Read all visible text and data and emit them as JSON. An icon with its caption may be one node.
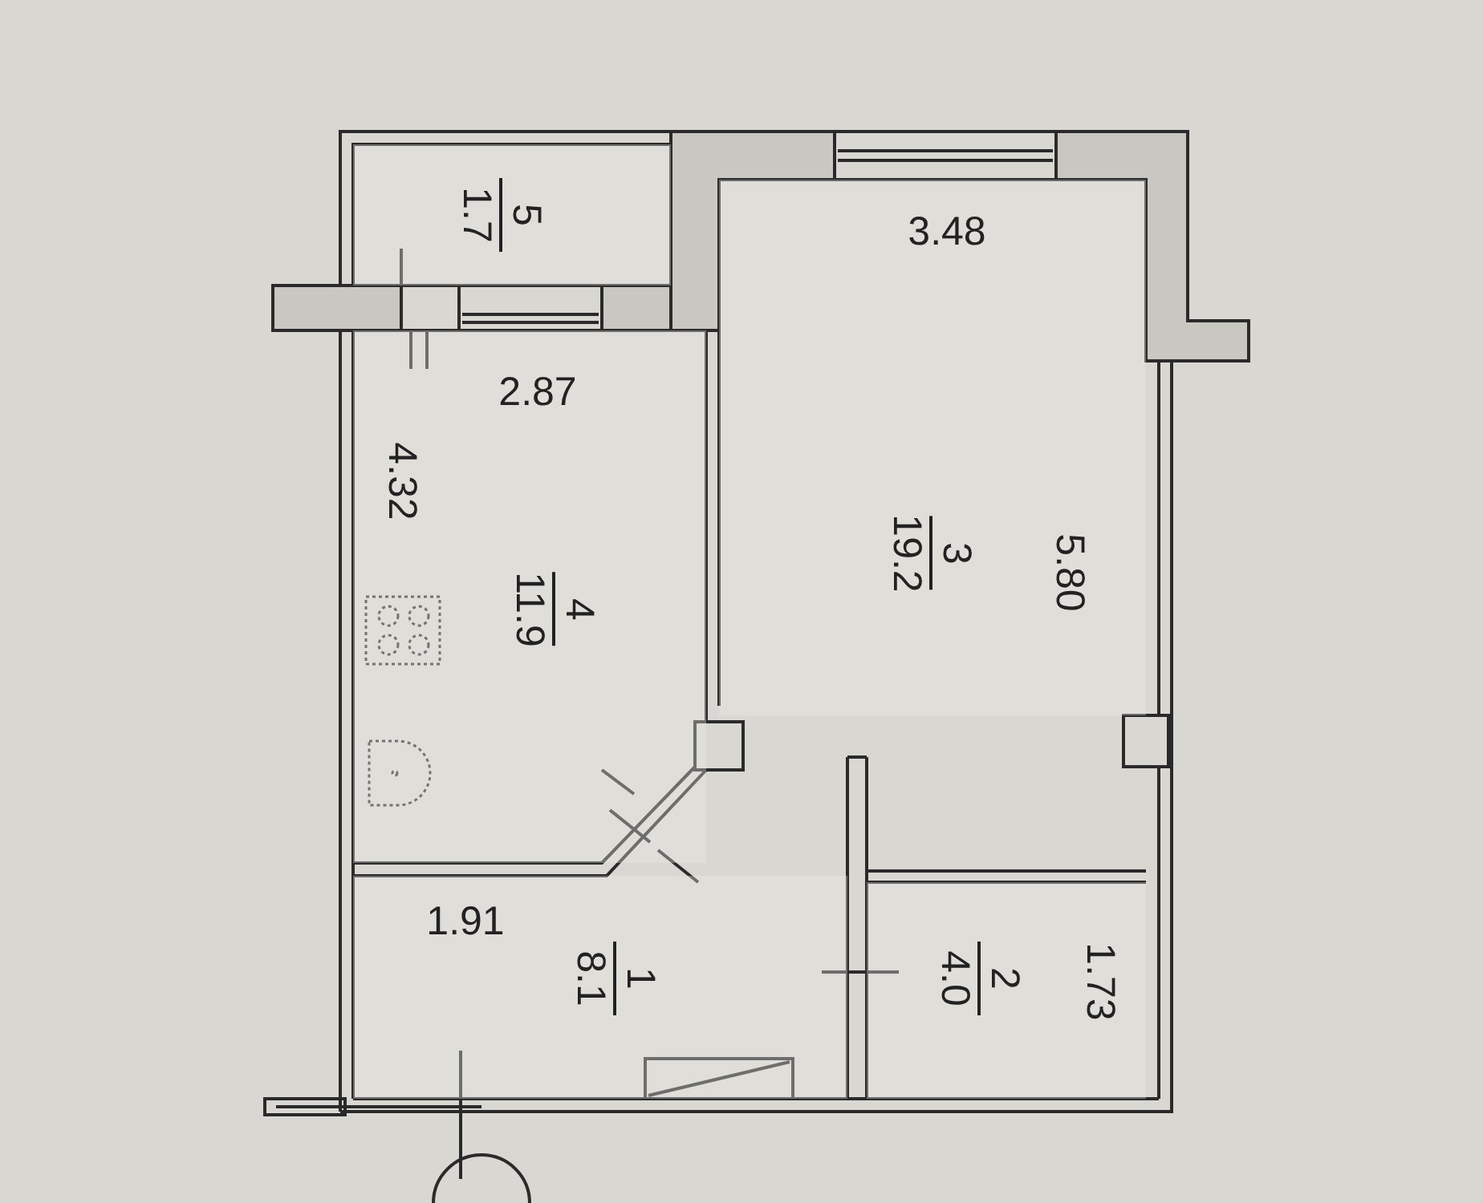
{
  "diagram": {
    "nodes": [
      {
        "text": [
          "5",
          "1.7"
        ]
      },
      {
        "text": [
          "4",
          "11.9"
        ]
      },
      {
        "text": [
          "3",
          "19.2"
        ]
      },
      {
        "text": [
          "1",
          "8.1"
        ]
      },
      {
        "text": [
          "2",
          "4.0"
        ]
      }
    ],
    "labels": [
      "3.48",
      "2.87",
      "4.32",
      "5.80",
      "1.91",
      "1.73"
    ]
  }
}
